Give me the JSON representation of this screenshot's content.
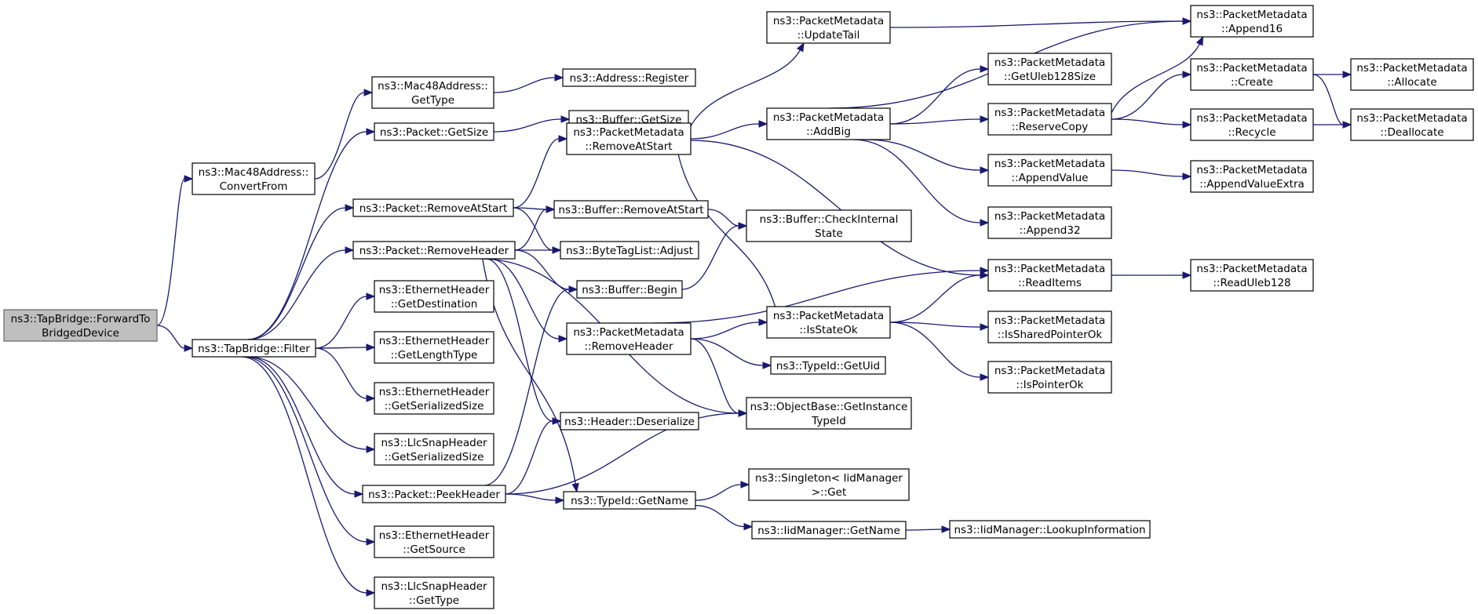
{
  "diagram": {
    "type": "call-graph",
    "colors": {
      "edge": "#191970",
      "root_fill": "#bfbfbf",
      "node_fill": "#ffffff",
      "node_border": "#000000"
    },
    "nodes": [
      {
        "id": "forwardto",
        "lines": [
          "ns3::TapBridge::ForwardTo",
          "BridgedDevice"
        ],
        "root": true
      },
      {
        "id": "filter",
        "lines": [
          "ns3::TapBridge::Filter"
        ]
      },
      {
        "id": "mac_convert",
        "lines": [
          "ns3::Mac48Address::",
          "ConvertFrom"
        ]
      },
      {
        "id": "mac_gettype",
        "lines": [
          "ns3::Mac48Address::",
          "GetType"
        ]
      },
      {
        "id": "addr_register",
        "lines": [
          "ns3::Address::Register"
        ]
      },
      {
        "id": "pkt_getsize",
        "lines": [
          "ns3::Packet::GetSize"
        ]
      },
      {
        "id": "buf_getsize",
        "lines": [
          "ns3::Buffer::GetSize"
        ]
      },
      {
        "id": "pkt_removeatstart",
        "lines": [
          "ns3::Packet::RemoveAtStart"
        ]
      },
      {
        "id": "pkt_removeheader",
        "lines": [
          "ns3::Packet::RemoveHeader"
        ]
      },
      {
        "id": "eth_getdest",
        "lines": [
          "ns3::EthernetHeader",
          "::GetDestination"
        ]
      },
      {
        "id": "eth_getlentype",
        "lines": [
          "ns3::EthernetHeader",
          "::GetLengthType"
        ]
      },
      {
        "id": "eth_getsersize",
        "lines": [
          "ns3::EthernetHeader",
          "::GetSerializedSize"
        ]
      },
      {
        "id": "llc_getsersize",
        "lines": [
          "ns3::LlcSnapHeader",
          "::GetSerializedSize"
        ]
      },
      {
        "id": "pkt_peekheader",
        "lines": [
          "ns3::Packet::PeekHeader"
        ]
      },
      {
        "id": "eth_getsource",
        "lines": [
          "ns3::EthernetHeader",
          "::GetSource"
        ]
      },
      {
        "id": "llc_gettype",
        "lines": [
          "ns3::LlcSnapHeader",
          "::GetType"
        ]
      },
      {
        "id": "pm_removeatstart",
        "lines": [
          "ns3::PacketMetadata",
          "::RemoveAtStart"
        ]
      },
      {
        "id": "buf_removeatstart",
        "lines": [
          "ns3::Buffer::RemoveAtStart"
        ]
      },
      {
        "id": "btl_adjust",
        "lines": [
          "ns3::ByteTagList::Adjust"
        ]
      },
      {
        "id": "buf_begin",
        "lines": [
          "ns3::Buffer::Begin"
        ]
      },
      {
        "id": "pm_removeheader",
        "lines": [
          "ns3::PacketMetadata",
          "::RemoveHeader"
        ]
      },
      {
        "id": "hdr_deserialize",
        "lines": [
          "ns3::Header::Deserialize"
        ]
      },
      {
        "id": "typeid_getname",
        "lines": [
          "ns3::TypeId::GetName"
        ]
      },
      {
        "id": "pm_updatetail",
        "lines": [
          "ns3::PacketMetadata",
          "::UpdateTail"
        ]
      },
      {
        "id": "pm_addbig",
        "lines": [
          "ns3::PacketMetadata",
          "::AddBig"
        ]
      },
      {
        "id": "buf_checkinternal",
        "lines": [
          "ns3::Buffer::CheckInternal",
          "State"
        ]
      },
      {
        "id": "pm_isstateok",
        "lines": [
          "ns3::PacketMetadata",
          "::IsStateOk"
        ]
      },
      {
        "id": "typeid_getuid",
        "lines": [
          "ns3::TypeId::GetUid"
        ]
      },
      {
        "id": "objbase_getinst",
        "lines": [
          "ns3::ObjectBase::GetInstance",
          "TypeId"
        ]
      },
      {
        "id": "singleton_get",
        "lines": [
          "ns3::Singleton< IidManager",
          ">::Get"
        ]
      },
      {
        "id": "iid_getname",
        "lines": [
          "ns3::IidManager::GetName"
        ]
      },
      {
        "id": "iid_lookup",
        "lines": [
          "ns3::IidManager::LookupInformation"
        ]
      },
      {
        "id": "pm_getuleb",
        "lines": [
          "ns3::PacketMetadata",
          "::GetUleb128Size"
        ]
      },
      {
        "id": "pm_reservecopy",
        "lines": [
          "ns3::PacketMetadata",
          "::ReserveCopy"
        ]
      },
      {
        "id": "pm_appendvalue",
        "lines": [
          "ns3::PacketMetadata",
          "::AppendValue"
        ]
      },
      {
        "id": "pm_append32",
        "lines": [
          "ns3::PacketMetadata",
          "::Append32"
        ]
      },
      {
        "id": "pm_readitems",
        "lines": [
          "ns3::PacketMetadata",
          "::ReadItems"
        ]
      },
      {
        "id": "pm_issharedptr",
        "lines": [
          "ns3::PacketMetadata",
          "::IsSharedPointerOk"
        ]
      },
      {
        "id": "pm_isptrok",
        "lines": [
          "ns3::PacketMetadata",
          "::IsPointerOk"
        ]
      },
      {
        "id": "pm_append16",
        "lines": [
          "ns3::PacketMetadata",
          "::Append16"
        ]
      },
      {
        "id": "pm_create",
        "lines": [
          "ns3::PacketMetadata",
          "::Create"
        ]
      },
      {
        "id": "pm_recycle",
        "lines": [
          "ns3::PacketMetadata",
          "::Recycle"
        ]
      },
      {
        "id": "pm_appendvalueextra",
        "lines": [
          "ns3::PacketMetadata",
          "::AppendValueExtra"
        ]
      },
      {
        "id": "pm_readuleb",
        "lines": [
          "ns3::PacketMetadata",
          "::ReadUleb128"
        ]
      },
      {
        "id": "pm_allocate",
        "lines": [
          "ns3::PacketMetadata",
          "::Allocate"
        ]
      },
      {
        "id": "pm_deallocate",
        "lines": [
          "ns3::PacketMetadata",
          "::Deallocate"
        ]
      }
    ],
    "edges": [
      [
        "forwardto",
        "mac_convert"
      ],
      [
        "forwardto",
        "filter"
      ],
      [
        "mac_convert",
        "mac_gettype"
      ],
      [
        "mac_gettype",
        "addr_register"
      ],
      [
        "filter",
        "pkt_getsize"
      ],
      [
        "filter",
        "pkt_removeatstart"
      ],
      [
        "filter",
        "pkt_removeheader"
      ],
      [
        "filter",
        "eth_getdest"
      ],
      [
        "filter",
        "eth_getlentype"
      ],
      [
        "filter",
        "eth_getsersize"
      ],
      [
        "filter",
        "llc_getsersize"
      ],
      [
        "filter",
        "pkt_peekheader"
      ],
      [
        "filter",
        "eth_getsource"
      ],
      [
        "filter",
        "llc_gettype"
      ],
      [
        "pkt_getsize",
        "buf_getsize"
      ],
      [
        "pkt_removeatstart",
        "pm_removeatstart"
      ],
      [
        "pkt_removeatstart",
        "buf_removeatstart"
      ],
      [
        "pkt_removeatstart",
        "btl_adjust"
      ],
      [
        "pkt_removeheader",
        "buf_removeatstart"
      ],
      [
        "pkt_removeheader",
        "btl_adjust"
      ],
      [
        "pkt_removeheader",
        "buf_begin"
      ],
      [
        "pkt_removeheader",
        "pm_removeheader"
      ],
      [
        "pkt_removeheader",
        "hdr_deserialize"
      ],
      [
        "pkt_removeheader",
        "objbase_getinst"
      ],
      [
        "pkt_removeheader",
        "typeid_getname"
      ],
      [
        "pkt_peekheader",
        "buf_begin"
      ],
      [
        "pkt_peekheader",
        "hdr_deserialize"
      ],
      [
        "pkt_peekheader",
        "objbase_getinst"
      ],
      [
        "pkt_peekheader",
        "typeid_getname"
      ],
      [
        "pm_removeatstart",
        "pm_updatetail"
      ],
      [
        "pm_removeatstart",
        "pm_addbig"
      ],
      [
        "pm_removeatstart",
        "pm_readitems"
      ],
      [
        "pm_removeatstart",
        "pm_isstateok"
      ],
      [
        "buf_removeatstart",
        "buf_checkinternal"
      ],
      [
        "buf_begin",
        "buf_checkinternal"
      ],
      [
        "pm_removeheader",
        "pm_readitems"
      ],
      [
        "pm_removeheader",
        "pm_isstateok"
      ],
      [
        "pm_removeheader",
        "typeid_getuid"
      ],
      [
        "pm_removeheader",
        "objbase_getinst"
      ],
      [
        "typeid_getname",
        "singleton_get"
      ],
      [
        "typeid_getname",
        "iid_getname"
      ],
      [
        "iid_getname",
        "iid_lookup"
      ],
      [
        "pm_updatetail",
        "pm_append16"
      ],
      [
        "pm_addbig",
        "pm_append16"
      ],
      [
        "pm_addbig",
        "pm_getuleb"
      ],
      [
        "pm_addbig",
        "pm_reservecopy"
      ],
      [
        "pm_addbig",
        "pm_appendvalue"
      ],
      [
        "pm_addbig",
        "pm_append32"
      ],
      [
        "pm_isstateok",
        "pm_readitems"
      ],
      [
        "pm_isstateok",
        "pm_issharedptr"
      ],
      [
        "pm_isstateok",
        "pm_isptrok"
      ],
      [
        "pm_reservecopy",
        "pm_append16"
      ],
      [
        "pm_reservecopy",
        "pm_create"
      ],
      [
        "pm_reservecopy",
        "pm_recycle"
      ],
      [
        "pm_appendvalue",
        "pm_appendvalueextra"
      ],
      [
        "pm_readitems",
        "pm_readuleb"
      ],
      [
        "pm_create",
        "pm_allocate"
      ],
      [
        "pm_create",
        "pm_deallocate"
      ],
      [
        "pm_recycle",
        "pm_deallocate"
      ]
    ]
  }
}
